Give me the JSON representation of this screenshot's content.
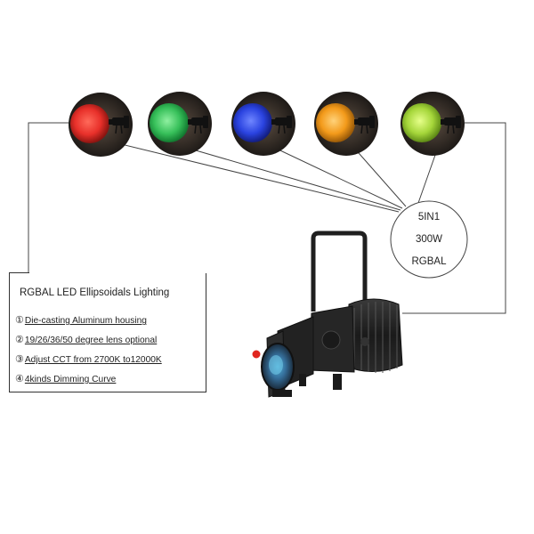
{
  "colors": {
    "line": "#444444",
    "red": "#e8302a",
    "green": "#37c05a",
    "blue": "#2a43e0",
    "amber": "#f39a1a",
    "lime": "#a5d63a",
    "circle_bg": "#2a2420",
    "marker": "#e0261f"
  },
  "color_samples": [
    {
      "name": "red",
      "color": "#e8302a"
    },
    {
      "name": "green",
      "color": "#37c05a"
    },
    {
      "name": "blue",
      "color": "#2a43e0"
    },
    {
      "name": "amber",
      "color": "#f39a1a"
    },
    {
      "name": "lime",
      "color": "#a5d63a"
    }
  ],
  "badge": {
    "line1": "5IN1",
    "line2": "300W",
    "line3": "RGBAL"
  },
  "spec": {
    "title": "RGBAL LED Ellipsoidals Lighting",
    "features": [
      {
        "num": "①",
        "text": "Die-casting Aluminum housing"
      },
      {
        "num": "②",
        "text": "19/26/36/50 degree lens optional"
      },
      {
        "num": "③",
        "text": "Adjust CCT from 2700K to12000K"
      },
      {
        "num": "④",
        "text": "4kinds Dimming Curve"
      }
    ]
  },
  "icons": {
    "product": "ellipsoidal-spotlight-icon",
    "fixture_silhouette": "spotlight-silhouette-icon"
  }
}
